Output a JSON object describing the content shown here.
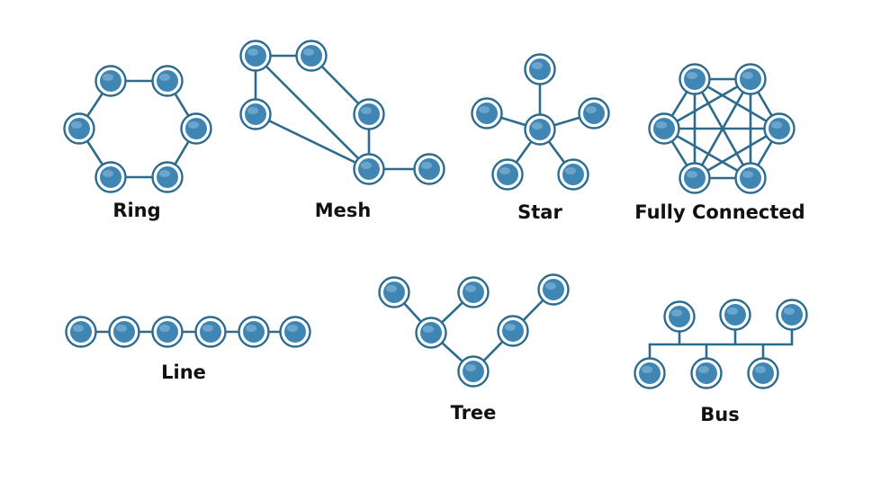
{
  "topologies": [
    {
      "id": "ring",
      "label": "Ring"
    },
    {
      "id": "mesh",
      "label": "Mesh"
    },
    {
      "id": "star",
      "label": "Star"
    },
    {
      "id": "fully-connected",
      "label": "Fully Connected"
    },
    {
      "id": "line",
      "label": "Line"
    },
    {
      "id": "tree",
      "label": "Tree"
    },
    {
      "id": "bus",
      "label": "Bus"
    }
  ],
  "colors": {
    "edge": "#2d6b8e",
    "node_fill": "#3f86b4",
    "node_ring": "#ffffff",
    "label": "#111111"
  }
}
